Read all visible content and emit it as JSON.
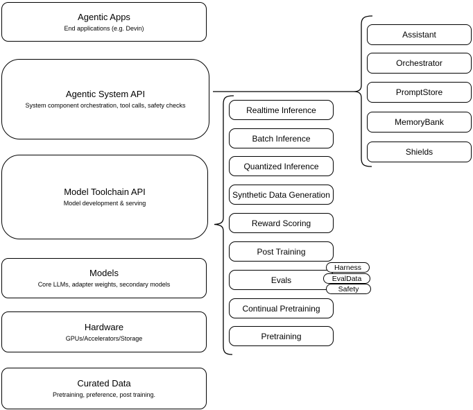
{
  "stack_layers": [
    {
      "title": "Agentic Apps",
      "subtitle": "End applications (e.g. Devin)"
    },
    {
      "title": "Agentic System API",
      "subtitle": "System component orchestration, tool calls, safety checks"
    },
    {
      "title": "Model Toolchain API",
      "subtitle": "Model development & serving"
    },
    {
      "title": "Models",
      "subtitle": "Core LLMs, adapter weights, secondary models"
    },
    {
      "title": "Hardware",
      "subtitle": "GPUs/Accelerators/Storage"
    },
    {
      "title": "Curated Data",
      "subtitle": "Pretraining, preference, post training."
    }
  ],
  "toolchain_items": [
    "Realtime Inference",
    "Batch Inference",
    "Quantized Inference",
    "Synthetic Data Generation",
    "Reward Scoring",
    "Post Training",
    "Evals",
    "Continual Pretraining",
    "Pretraining"
  ],
  "evals_tags": [
    "Harness",
    "EvalData",
    "Safety"
  ],
  "system_components": [
    "Assistant",
    "Orchestrator",
    "PromptStore",
    "MemoryBank",
    "Shields"
  ],
  "colors": {
    "stroke": "#000000",
    "fill": "#ffffff",
    "background": "#ffffff",
    "text": "#000000"
  }
}
